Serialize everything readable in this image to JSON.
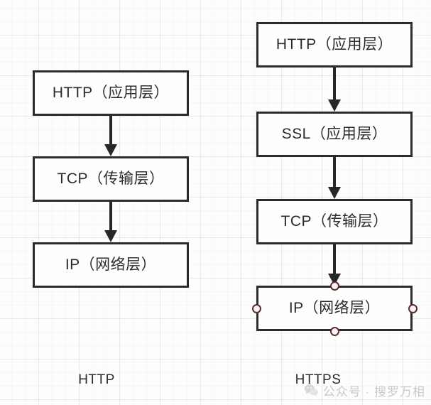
{
  "diagram": {
    "type": "flowchart",
    "title_left": "HTTP",
    "title_right": "HTTPS",
    "columns": [
      {
        "name": "http-stack",
        "caption": "HTTP",
        "nodes": [
          {
            "id": "http-app",
            "label": "HTTP（应用层）"
          },
          {
            "id": "http-tcp",
            "label": "TCP（传输层）"
          },
          {
            "id": "http-ip",
            "label": "IP（网络层）"
          }
        ],
        "arrows": [
          {
            "from": "http-app",
            "to": "http-tcp"
          },
          {
            "from": "http-tcp",
            "to": "http-ip"
          }
        ]
      },
      {
        "name": "https-stack",
        "caption": "HTTPS",
        "nodes": [
          {
            "id": "https-app",
            "label": "HTTP（应用层）"
          },
          {
            "id": "https-ssl",
            "label": "SSL（应用层）"
          },
          {
            "id": "https-tcp",
            "label": "TCP（传输层）"
          },
          {
            "id": "https-ip",
            "label": "IP（网络层）",
            "selected": true
          }
        ],
        "arrows": [
          {
            "from": "https-app",
            "to": "https-ssl"
          },
          {
            "from": "https-ssl",
            "to": "https-tcp"
          },
          {
            "from": "https-tcp",
            "to": "https-ip"
          }
        ]
      }
    ],
    "selection_handles": [
      "top",
      "right",
      "bottom",
      "left"
    ]
  },
  "watermark": {
    "text": "公众号 · 搜罗万相",
    "icon": "wechat-icon"
  },
  "colors": {
    "box_border": "#2b2b2b",
    "box_fill": "#fefefe",
    "arrow": "#272727",
    "handle_stroke": "#5d2b30",
    "handle_fill": "#fdf3f4",
    "grid_line": "#ededed",
    "background": "#fdfdfd",
    "text": "#2b2b2b",
    "watermark_text": "#c9c9c9"
  }
}
